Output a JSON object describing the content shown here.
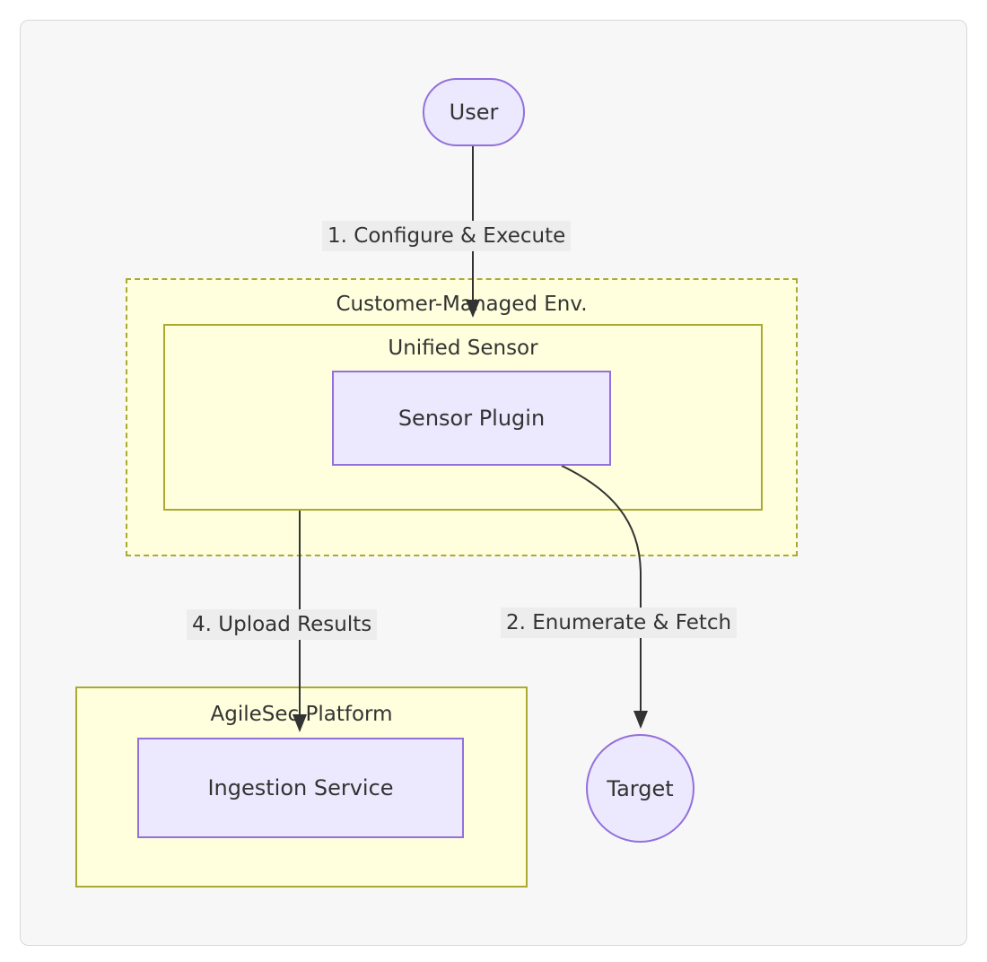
{
  "diagram": {
    "type": "flowchart",
    "direction": "top-down",
    "background_color": "#f7f7f7",
    "frame_border_color": "#d8d8d8",
    "palette": {
      "node_fill": "#ece8fd",
      "node_border": "#9370db",
      "subgraph_fill": "#ffffdd",
      "subgraph_border": "#aaaa33",
      "edge_color": "#333333",
      "edge_label_background": "#ededed",
      "text_color": "#333333"
    },
    "nodes": [
      {
        "id": "user",
        "label": "User",
        "shape": "stadium"
      },
      {
        "id": "sensor_plugin",
        "label": "Sensor Plugin",
        "shape": "rect"
      },
      {
        "id": "ingestion_service",
        "label": "Ingestion Service",
        "shape": "rect"
      },
      {
        "id": "target",
        "label": "Target",
        "shape": "circle"
      }
    ],
    "subgraphs": [
      {
        "id": "customer_env",
        "title": "Customer-Managed Env.",
        "border_style": "dashed",
        "contains": [
          "unified_sensor"
        ]
      },
      {
        "id": "unified_sensor",
        "title": "Unified Sensor",
        "border_style": "solid",
        "contains": [
          "sensor_plugin"
        ]
      },
      {
        "id": "agilesec_platform",
        "title": "AgileSec Platform",
        "border_style": "solid",
        "contains": [
          "ingestion_service"
        ]
      }
    ],
    "edges": [
      {
        "id": "e1",
        "from": "user",
        "to": "unified_sensor",
        "label": "1. Configure & Execute",
        "style": "straight-arrow"
      },
      {
        "id": "e2",
        "from": "sensor_plugin",
        "to": "target",
        "label": "2. Enumerate & Fetch",
        "style": "curved-arrow"
      },
      {
        "id": "e4",
        "from": "unified_sensor",
        "to": "ingestion_service",
        "label": "4. Upload Results",
        "style": "straight-arrow"
      }
    ]
  }
}
